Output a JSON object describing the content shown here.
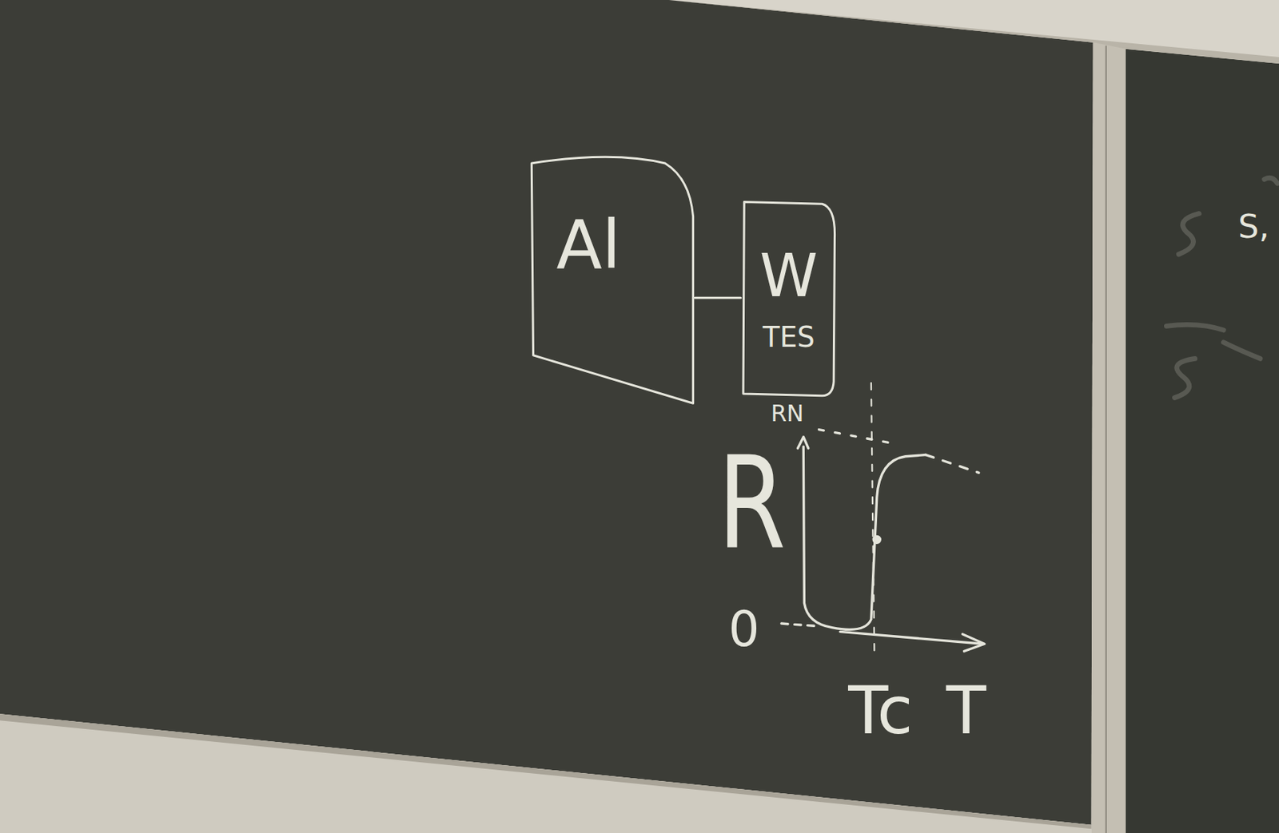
{
  "diagram": {
    "nodes": [
      {
        "text": [
          "Al"
        ]
      },
      {
        "text": [
          "W",
          "TES"
        ]
      }
    ],
    "edges": [
      {
        "from": 0,
        "to": 1,
        "arrow": "none"
      }
    ],
    "labels": [
      "RN",
      "R",
      "0",
      "Tc",
      "T",
      "S,"
    ]
  }
}
